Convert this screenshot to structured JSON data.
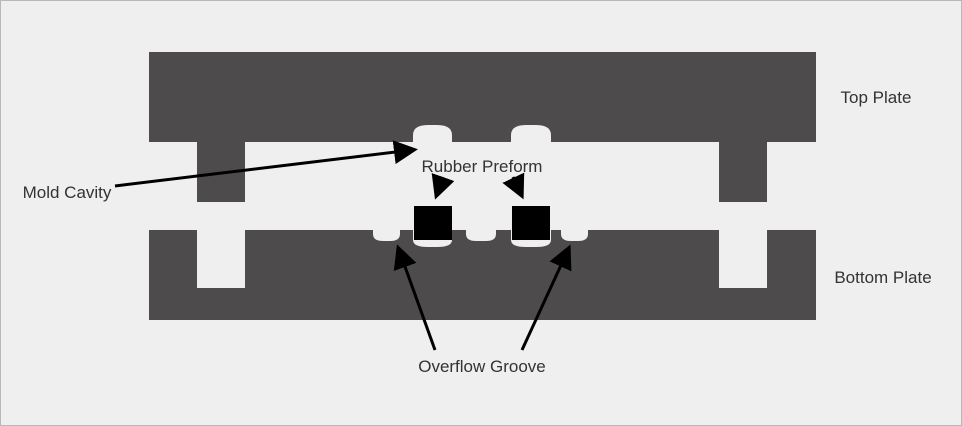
{
  "title": "Compression Mold Diagram",
  "labels": {
    "top_plate": "Top Plate",
    "bottom_plate": "Bottom Plate",
    "mold_cavity": "Mold Cavity",
    "rubber_preform": "Rubber Preform",
    "overflow_groove": "Overflow Groove"
  },
  "colors": {
    "plate": "#4d4b4b",
    "preform": "#000000",
    "background": "#efefef",
    "arrow": "#000000"
  }
}
